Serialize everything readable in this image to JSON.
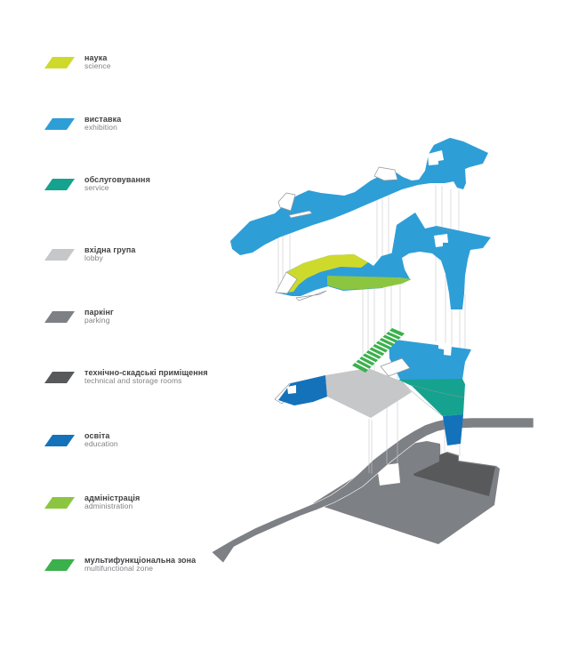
{
  "palette": {
    "science": "#CEDA2B",
    "exhibition": "#2E9ED7",
    "service": "#15A38F",
    "lobby": "#C6C7C9",
    "parking": "#7D8084",
    "technical": "#58595B",
    "education": "#1472BA",
    "administration": "#8CC640",
    "multifunctional": "#3CB04C",
    "outline": "#939598",
    "dropline": "#C8C9CB",
    "label1": "#414042",
    "label2": "#808285"
  },
  "legend": {
    "items": [
      {
        "key": "science",
        "label_uk": "наука",
        "label_en": "science"
      },
      {
        "key": "exhibition",
        "label_uk": "виставка",
        "label_en": "exhibition"
      },
      {
        "key": "service",
        "label_uk": "обслуговування",
        "label_en": "service"
      },
      {
        "key": "lobby",
        "label_uk": "вхідна група",
        "label_en": "lobby"
      },
      {
        "key": "parking",
        "label_uk": "паркінг",
        "label_en": "parking"
      },
      {
        "key": "technical",
        "label_uk": "технічно-скадські приміщення",
        "label_en": "technical and storage rooms"
      },
      {
        "key": "education",
        "label_uk": "освіта",
        "label_en": "education"
      },
      {
        "key": "administration",
        "label_uk": "адміністрація",
        "label_en": "administration"
      },
      {
        "key": "multifunctional",
        "label_uk": "мультифункціональна зона",
        "label_en": "multifunctional zone"
      }
    ]
  }
}
